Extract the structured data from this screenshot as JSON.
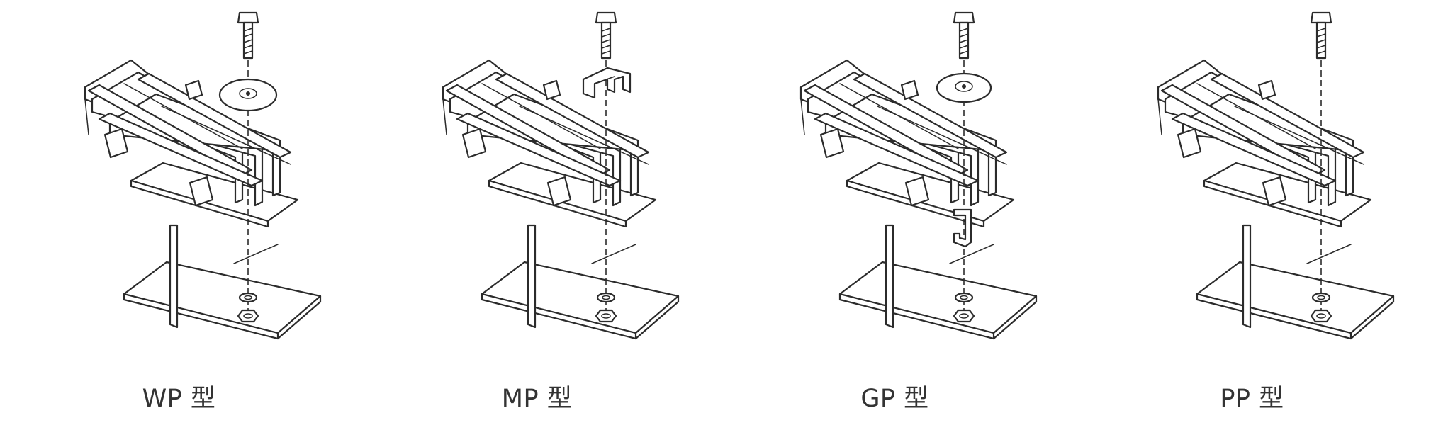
{
  "panels": [
    {
      "caption": "WP 型",
      "clip": "washer"
    },
    {
      "caption": "MP 型",
      "clip": "m-clip"
    },
    {
      "caption": "GP 型",
      "clip": "g-clip"
    },
    {
      "caption": "PP 型",
      "clip": "none"
    }
  ]
}
